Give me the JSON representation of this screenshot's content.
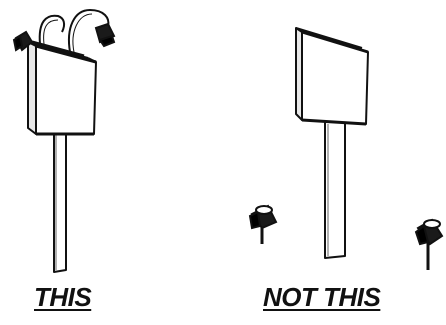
{
  "captions": {
    "correct": "THIS",
    "incorrect": "NOT THIS"
  },
  "illustrations": {
    "correct": {
      "object": "billboard-sign",
      "lighting": "top-mounted-gooseneck-lights"
    },
    "incorrect": {
      "object": "billboard-sign",
      "lighting": "ground-mounted-uplights"
    }
  },
  "colors": {
    "ink": "#111111",
    "background": "#ffffff"
  }
}
